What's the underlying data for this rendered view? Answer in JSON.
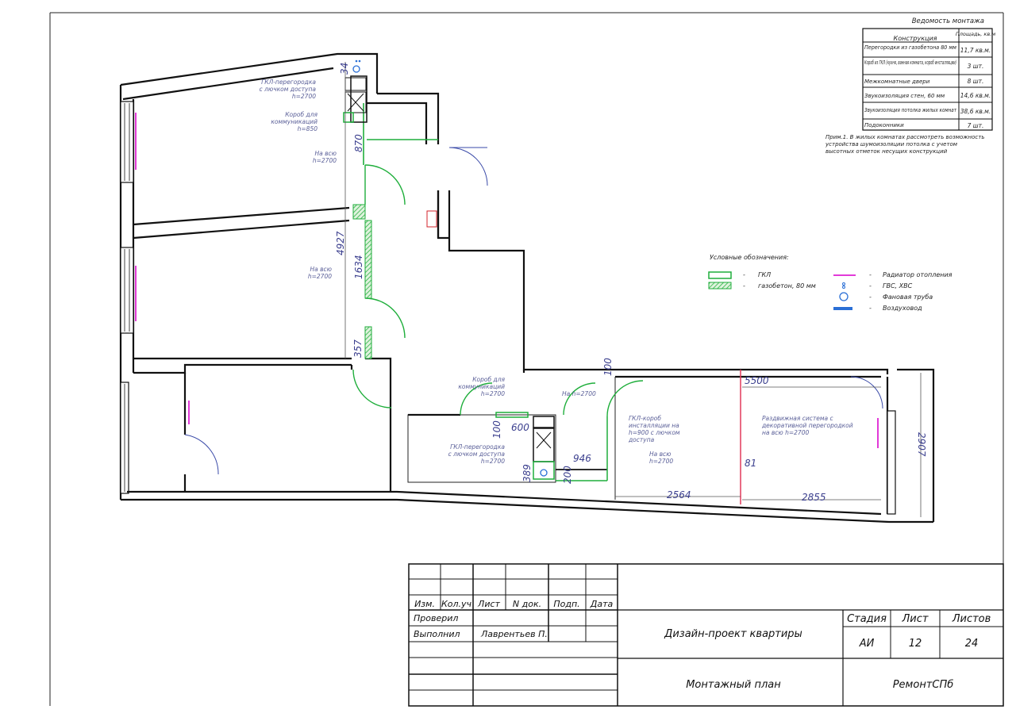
{
  "register": {
    "title": "Ведомость монтажа",
    "headers": [
      "Конструкция",
      "Площадь, кв.м"
    ],
    "rows": [
      {
        "name": "Перегородки из газобетона 80 мм",
        "value": "11,7 кв.м."
      },
      {
        "name": "Короб из ГКЛ (кухня, ванная комната, короб инсталляции)",
        "value": "3 шт."
      },
      {
        "name": "Межкомнатные двери",
        "value": "8 шт."
      },
      {
        "name": "Звукоизоляция стен, 60 мм",
        "value": "14,6 кв.м."
      },
      {
        "name": "Звукоизоляция потолка жилых комнат",
        "value": "38,6 кв.м."
      },
      {
        "name": "Подоконники",
        "value": "7 шт."
      }
    ],
    "note": [
      "Прим.1. В жилых комнатах рассмотреть возможность",
      "устройства шумоизоляции потолка с учетом",
      "высотных отметок несущих конструкций"
    ]
  },
  "legend": {
    "title": "Условные обозначения:",
    "items": [
      {
        "symbol": "gkl",
        "label": "ГКЛ"
      },
      {
        "symbol": "aerated",
        "label": "газобетон, 80 мм"
      },
      {
        "symbol": "radiator",
        "label": "Радиатор отопления"
      },
      {
        "symbol": "water",
        "label": "ГВС, ХВС"
      },
      {
        "symbol": "drain",
        "label": "Фановая труба"
      },
      {
        "symbol": "duct",
        "label": "Воздуховод"
      }
    ],
    "colors": {
      "gkl": "#1fae3b",
      "radiator": "#e23ad8",
      "duct": "#2a6fd6",
      "dims": "#3b3f8e"
    }
  },
  "plan": {
    "dimensions": [
      "34",
      "870",
      "4927",
      "1634",
      "357",
      "600",
      "100",
      "946",
      "389",
      "200",
      "100",
      "5500",
      "2564",
      "2855",
      "81",
      "2907"
    ],
    "notes": {
      "partition_top": [
        "ГКЛ-перегородка",
        "с лючком доступа",
        "h=2700"
      ],
      "box_top": [
        "Короб для",
        "коммуникаций",
        "h=850"
      ],
      "full_h1": [
        "На всю",
        "h=2700"
      ],
      "full_h2": [
        "На всю",
        "h=2700"
      ],
      "box_kitchen": [
        "Короб для",
        "коммуникаций",
        "h=2700"
      ],
      "full_h3": [
        "На h=2700"
      ],
      "partition_bath": [
        "ГКЛ-перегородка",
        "с лючком доступа",
        "h=2700"
      ],
      "install_box": [
        "ГКЛ-короб",
        "инсталляции на",
        "h=900 с лючком",
        "доступа"
      ],
      "full_h4": [
        "На всю",
        "h=2700"
      ],
      "sliding": [
        "Раздвижная система с",
        "декоративной перегородкой",
        "на всю h=2700"
      ]
    }
  },
  "title_block": {
    "col_headers": [
      "Изм.",
      "Кол.уч",
      "Лист",
      "N док.",
      "Подп.",
      "Дата"
    ],
    "checked_label": "Проверил",
    "done_label": "Выполнил",
    "done_name": "Лаврентьев П.",
    "project": "Дизайн-проект квартиры",
    "sheet_name": "Монтажный план",
    "stage_label": "Стадия",
    "sheet_label": "Лист",
    "sheets_label": "Листов",
    "stage": "АИ",
    "sheet": "12",
    "sheets": "24",
    "company": "РемонтСПб"
  }
}
